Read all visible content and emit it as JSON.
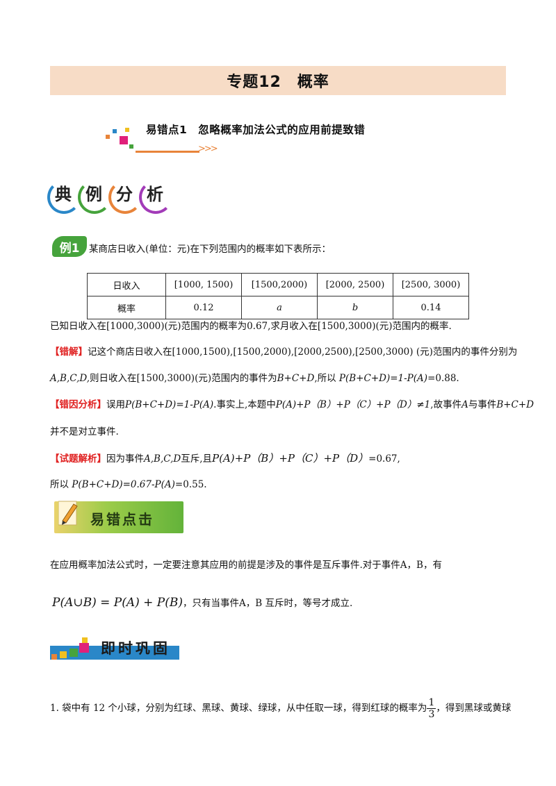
{
  "title": "专题12　概率",
  "section": {
    "label": "易错点1　忽略概率加法公式的应用前提致错"
  },
  "badges": [
    "典",
    "例",
    "分",
    "析"
  ],
  "example": {
    "badge": "例1",
    "intro": "某商店日收入(单位：元)在下列范围内的概率如下表所示：",
    "table": {
      "header": [
        "日收入",
        "[1000, 1500)",
        "[1500,2000)",
        "[2000, 2500)",
        "[2500, 3000)"
      ],
      "row": [
        "概率",
        "0.12",
        "a",
        "b",
        "0.14"
      ]
    },
    "question": "已知日收入在[1000,3000)(元)范围内的概率为0.67,求月收入在[1500,3000)(元)范围内的概率."
  },
  "wrong_solution": {
    "label": "【错解】",
    "line1": "记这个商店日收入在[1000,1500),[1500,2000),[2000,2500),[2500,3000) (元)范围内的事件分别为",
    "line2_a": "A,B,C,D,",
    "line2_b": "则日收入在[1500,3000)(元)范围内的事件为",
    "line2_c": "B+C+D",
    "line2_d": ",所以",
    "line2_e": "P(B+C+D)=1-P(A)",
    "line2_f": "=0.88."
  },
  "error_analysis": {
    "label": "【错因分析】",
    "line1_a": "误用",
    "line1_b": "P(B+C+D)=1-P(A)",
    "line1_c": ".事实上,本题中",
    "line1_d": "P(A)+P（B）+P（C）+P（D）≠1",
    "line1_e": ",故事件",
    "line1_f": "A",
    "line1_g": "与事件",
    "line1_h": "B+C+D",
    "line2": "并不是对立事件."
  },
  "solution": {
    "label": "【试题解析】",
    "line1_a": "因为事件",
    "line1_b": "A,B,C,D",
    "line1_c": "互斥,且",
    "line1_d": "P(A)+P（B）+P（C）+P（D）",
    "line1_e": "=0.67,",
    "line2_a": "所以",
    "line2_b": "P(B+C+D)=0.67-P(A)",
    "line2_c": "=0.55."
  },
  "tip": {
    "banner": "易错点击",
    "line1": "在应用概率加法公式时，一定要注意其应用的前提是涉及的事件是互斥事件.对于事件A，B，有",
    "formula": "P(A∪B) = P(A) + P(B)",
    "line2": "，只有当事件A，B 互斥时，等号才成立."
  },
  "consolidate": {
    "banner": "即时巩固",
    "q1_a": "1. 袋中有 12 个小球，分别为红球、黑球、黄球、绿球，从中任取一球，得到红球的概率为",
    "q1_num": "1",
    "q1_den": "3",
    "q1_b": "，得到黑球或黄球"
  },
  "colors": {
    "title_bg": "#f7dcc6",
    "red": "#e02020",
    "green": "#46a33c",
    "blue": "#2a87c8",
    "orange": "#e8843a"
  }
}
